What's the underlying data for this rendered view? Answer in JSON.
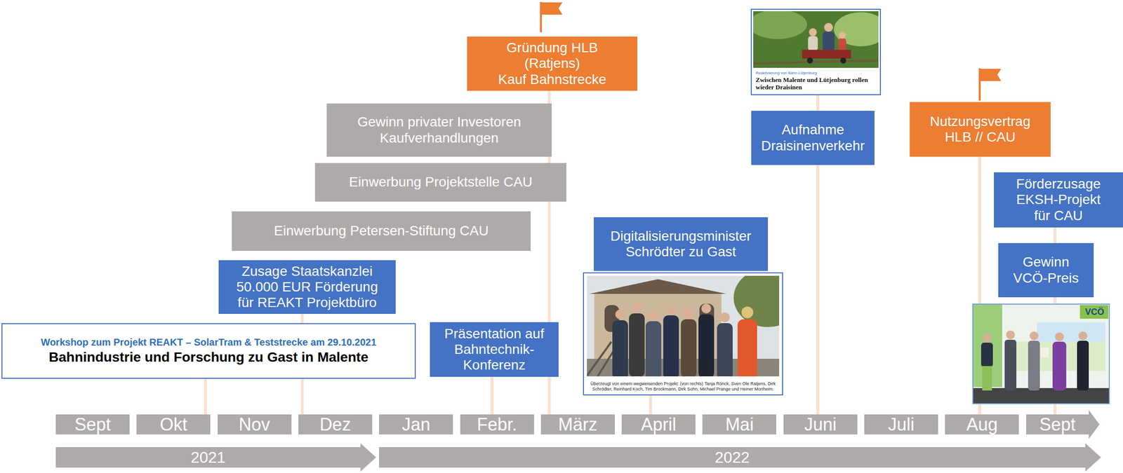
{
  "diagram": {
    "nodes": [
      {
        "text": [
          "Workshop zum Projekt REAKT – SolarTram & Teststrecke am 29.10.2021",
          "Bahnindustrie und Forschung zu Gast in Malente"
        ]
      },
      {
        "text": [
          "Zusage Staatskanzlei 50.000 EUR Förderung für REAKT Projektbüro"
        ]
      },
      {
        "text": [
          "Einwerbung Petersen-Stiftung CAU"
        ]
      },
      {
        "text": [
          "Einwerbung Projektstelle CAU"
        ]
      },
      {
        "text": [
          "Gewinn privater Investoren Kaufverhandlungen"
        ]
      },
      {
        "text": [
          "Gründung HLB (Ratjens) Kauf Bahnstrecke"
        ]
      },
      {
        "text": [
          "Präsentation auf Bahntechnik-Konferenz"
        ]
      },
      {
        "text": [
          "Digitalisierungsminister Schrödter zu Gast"
        ]
      },
      {
        "text": [
          "Überzeugt von einem wegweisenden Projekt: (von rechts) Tanja Rönck, Sven Ole Ratjens, Dirk Schrödter, Reinhard Koch, Tim Brockmann, Dirk Sohn, Michael Prange und Heiner Monheim."
        ]
      },
      {
        "text": [
          "Reaktivierung von Bahn Lütjenburg",
          "Zwischen Malente und Lütjenburg rollen wieder Draisinen"
        ]
      },
      {
        "text": [
          "Aufnahme Draisinenverkehr"
        ]
      },
      {
        "text": [
          "Nutzungsvertrag HLB // CAU"
        ]
      },
      {
        "text": [
          "Förderzusage EKSH-Projekt für CAU"
        ]
      },
      {
        "text": [
          "Gewinn VCÖ-Preis"
        ]
      },
      {
        "text": [
          "Sept"
        ]
      },
      {
        "text": [
          "Okt"
        ]
      },
      {
        "text": [
          "Nov"
        ]
      },
      {
        "text": [
          "Dez"
        ]
      },
      {
        "text": [
          "Jan"
        ]
      },
      {
        "text": [
          "Febr."
        ]
      },
      {
        "text": [
          "März"
        ]
      },
      {
        "text": [
          "April"
        ]
      },
      {
        "text": [
          "Mai"
        ]
      },
      {
        "text": [
          "Juni"
        ]
      },
      {
        "text": [
          "Juli"
        ]
      },
      {
        "text": [
          "Aug"
        ]
      },
      {
        "text": [
          "Sept"
        ]
      },
      {
        "text": [
          "2021"
        ]
      },
      {
        "text": [
          "2022"
        ]
      }
    ],
    "edges": [
      {
        "from": 0,
        "to": 15,
        "arrow": "none"
      },
      {
        "from": 1,
        "to": 17,
        "arrow": "none"
      },
      {
        "from": 6,
        "to": 19,
        "arrow": "none"
      },
      {
        "from": 5,
        "to": 20,
        "arrow": "none"
      },
      {
        "from": 8,
        "to": 21,
        "arrow": "none"
      },
      {
        "from": 9,
        "to": 23,
        "arrow": "none"
      },
      {
        "from": 11,
        "to": 25,
        "arrow": "none"
      },
      {
        "from": 12,
        "to": 26,
        "arrow": "none"
      }
    ],
    "labels": [
      "VCÖ"
    ]
  }
}
